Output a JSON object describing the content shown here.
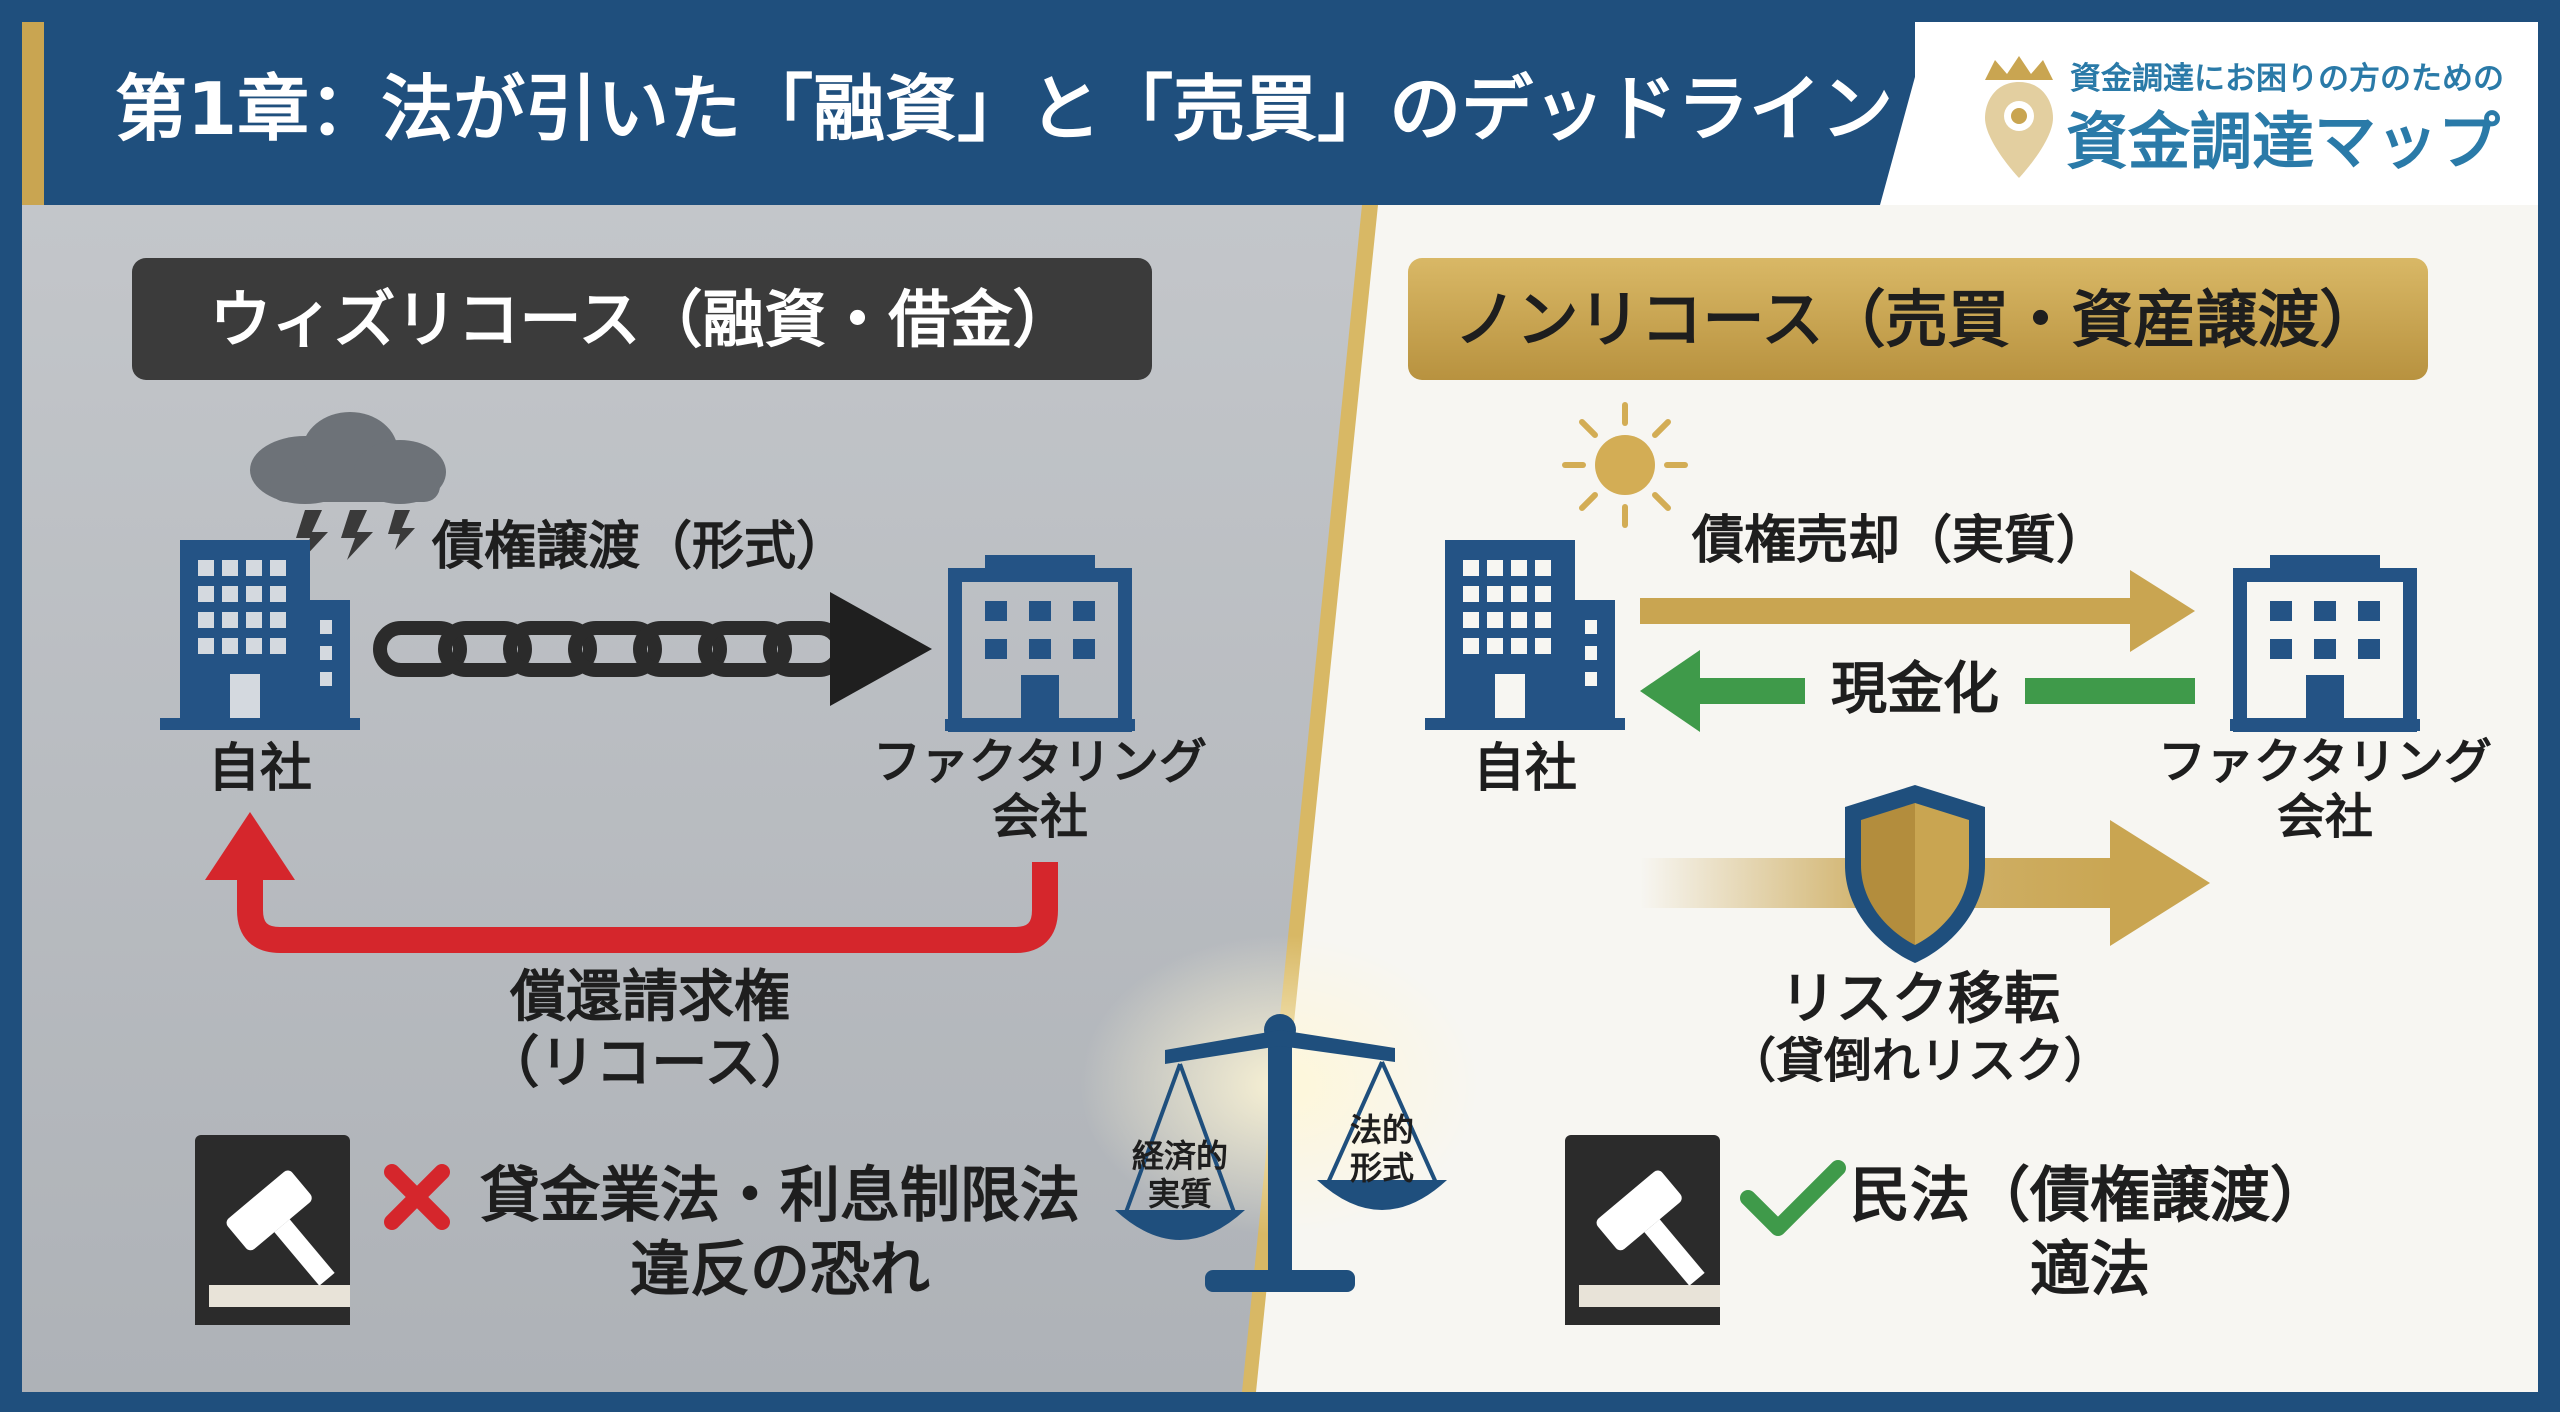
{
  "header": {
    "title": "第1章：法が引いた「融資」と「売買」のデッドライン"
  },
  "brand": {
    "tagline": "資金調達にお困りの方のための",
    "name": "資金調達マップ"
  },
  "left_panel": {
    "badge": "ウィズリコース（融資・借金）",
    "transfer_label": "債権譲渡（形式）",
    "self_label": "自社",
    "factoring_label_line1": "ファクタリング",
    "factoring_label_line2": "会社",
    "recourse_line1": "償還請求権",
    "recourse_line2": "（リコース）",
    "law_line1": "貸金業法・利息制限法",
    "law_line2": "違反の恐れ"
  },
  "right_panel": {
    "badge": "ノンリコース（売買・資産譲渡）",
    "sale_label": "債権売却（実質）",
    "cash_label": "現金化",
    "self_label": "自社",
    "factoring_label_line1": "ファクタリング",
    "factoring_label_line2": "会社",
    "risk_line1": "リスク移転",
    "risk_line2": "（貸倒れリスク）",
    "law_line1": "民法（債権譲渡）",
    "law_line2": "適法"
  },
  "scale": {
    "left_pan_line1": "経済的",
    "left_pan_line2": "実質",
    "right_pan_line1": "法的",
    "right_pan_line2": "形式"
  },
  "colors": {
    "navy": "#1f4f7d",
    "gold": "#c9a551",
    "dark_badge": "#3a3a3a",
    "left_bg": "#b8bcc1",
    "right_bg": "#f7f6f2",
    "red_arrow": "#d5262c",
    "green_arrow": "#3f9a4a",
    "building": "#245385"
  },
  "icons": [
    "storm-cloud-icon",
    "sun-icon",
    "building-icon",
    "chain-arrow-icon",
    "shield-icon",
    "gavel-book-icon",
    "cross-icon",
    "check-icon",
    "balance-scale-icon",
    "brand-crown-pin-icon"
  ]
}
